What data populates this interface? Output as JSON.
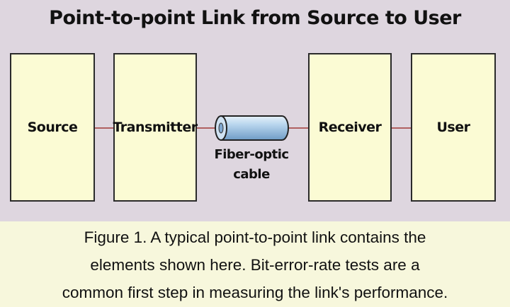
{
  "title": "Point-to-point Link from Source to User",
  "blocks": {
    "source": "Source",
    "transmitter": "Transmitter",
    "receiver": "Receiver",
    "user": "User"
  },
  "cable": {
    "label_line1": "Fiber-optic",
    "label_line2": "cable"
  },
  "caption": {
    "line1": "Figure 1. A typical point-to-point link contains the",
    "line2": "elements shown here. Bit-error-rate tests are a",
    "line3": "common first step in measuring the link's performance."
  },
  "colors": {
    "panel_background": "#ded6df",
    "box_fill": "#fbfbd4",
    "link_line": "#b06060",
    "cable_blue": "#9ec3e2",
    "caption_background": "#f7f7dc"
  }
}
